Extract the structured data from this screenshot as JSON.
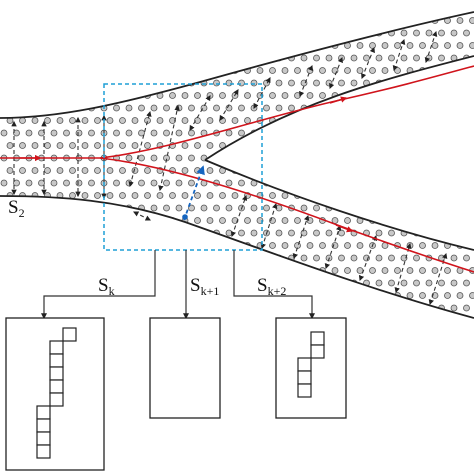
{
  "labels": {
    "s2": {
      "main": "S",
      "sub": "2"
    },
    "sk": {
      "main": "S",
      "sub": "k"
    },
    "sk1": {
      "main": "S",
      "sub": "k+1"
    },
    "sk2": {
      "main": "S",
      "sub": "k+2"
    }
  },
  "colors": {
    "outline": "#222222",
    "particle_fill": "#c8c8c8",
    "particle_stroke": "#555555",
    "red_path": "#d0141c",
    "blue_arrow": "#1565c0",
    "selection_box": "#1e9fd6",
    "arrow_dark": "#333333"
  }
}
